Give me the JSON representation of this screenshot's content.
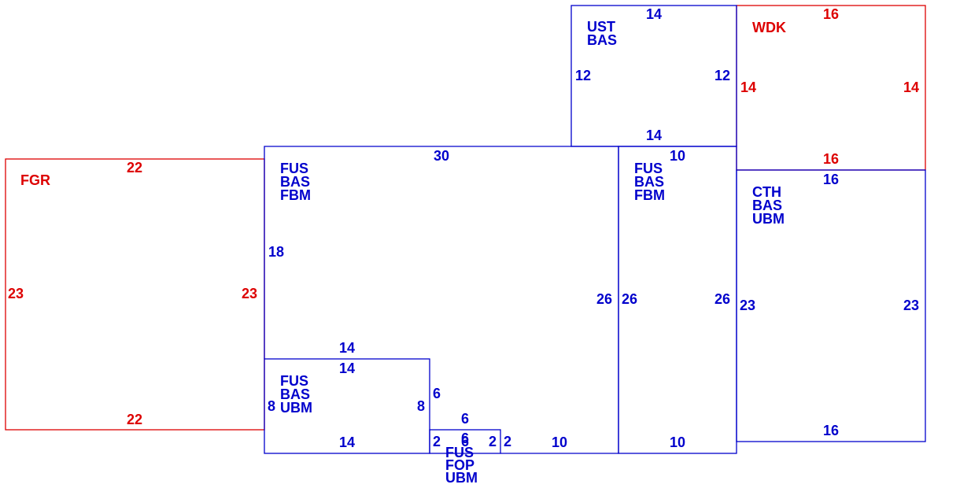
{
  "colors": {
    "living": "#0000cc",
    "non_living": "#dd0000"
  },
  "areas": {
    "fgr": {
      "label": "FGR",
      "dims": {
        "top": "22",
        "bottom": "22",
        "left": "23",
        "right": "23"
      }
    },
    "wdk": {
      "label": "WDK",
      "dims": {
        "top": "16",
        "bottom": "16",
        "left": "14",
        "right": "14"
      }
    },
    "ust_bas": {
      "labels": [
        "UST",
        "BAS"
      ],
      "dims": {
        "top": "14",
        "bottom": "14",
        "left": "12",
        "right": "12"
      }
    },
    "main_fus": {
      "labels": [
        "FUS",
        "BAS",
        "FBM"
      ],
      "dims": {
        "top": "30",
        "left": "18",
        "right": "26",
        "bottom_right": "10"
      }
    },
    "right_fus": {
      "labels": [
        "FUS",
        "BAS",
        "FBM"
      ],
      "dims": {
        "top": "10",
        "left": "26",
        "right": "26",
        "bottom": "10"
      }
    },
    "cth": {
      "labels": [
        "CTH",
        "BAS",
        "UBM"
      ],
      "dims": {
        "top": "16",
        "bottom": "16",
        "left": "23",
        "right": "23"
      }
    },
    "fus_ubm": {
      "labels": [
        "FUS",
        "BAS",
        "UBM"
      ],
      "dims": {
        "top_outer": "14",
        "top": "14",
        "bottom": "14",
        "left": "8",
        "right": "8",
        "right_outer": "6"
      }
    },
    "fus_fop": {
      "labels": [
        "FUS",
        "FOP",
        "UBM"
      ],
      "dims": {
        "top": "6",
        "inner_top": "6",
        "left": "2",
        "right": "2",
        "right_outer": "2",
        "center": "6"
      }
    }
  }
}
